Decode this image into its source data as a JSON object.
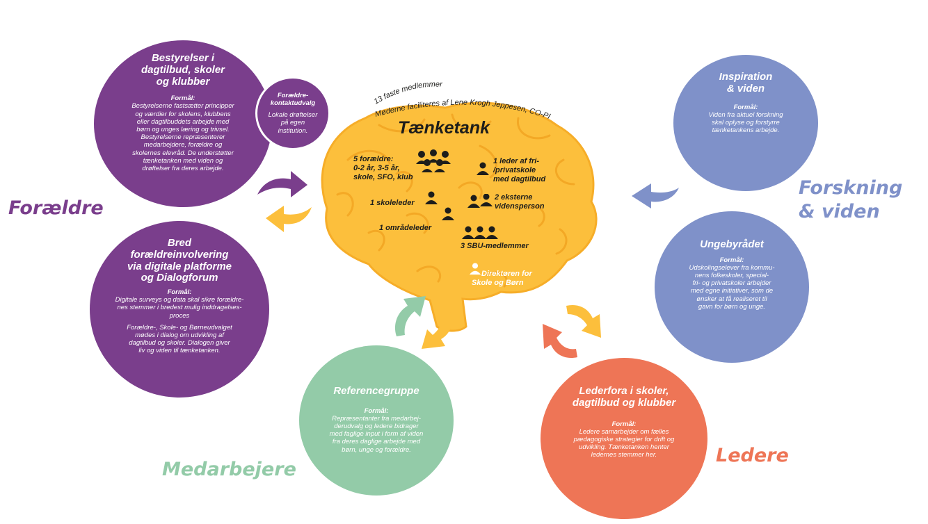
{
  "groups": {
    "foraeldre": "Forældre",
    "forskning_line1": "Forskning",
    "forskning_line2": "& viden",
    "medarbejere": "Medarbejere",
    "ledere": "Ledere"
  },
  "bestyrelser": {
    "title_line1": "Bestyrelser i",
    "title_line2": "dagtilbud, skoler",
    "title_line3": "og klubber",
    "formaal_label": "Formål:",
    "lines": [
      "Bestyrelserne fastsætter principper",
      "og værdier for skolens, klubbens",
      "eller dagtilbuddets arbejde med",
      "børn og unges læring og trivsel.",
      "Bestyrelserne repræsenterer",
      "medarbejdere, forældre og",
      "skolernes elevråd. De understøtter",
      "tænketanken med viden og",
      "drøftelser fra deres arbejde."
    ]
  },
  "kontaktudvalg": {
    "title_line1": "Forældre-",
    "title_line2": "kontaktudvalg",
    "lines": [
      "Lokale drøftelser",
      "på egen",
      "institution."
    ]
  },
  "bred": {
    "title_line1": "Bred",
    "title_line2": "forældreinvolvering",
    "title_line3": "via digitale platforme",
    "title_line4": "og Dialogforum",
    "formaal_label": "Formål:",
    "lines1": [
      "Digitale surveys og data skal sikre forældre-",
      "nes stemmer i  bredest mulig inddragelses-",
      "proces"
    ],
    "lines2": [
      "Forældre-, Skole- og Børneudvalget",
      "mødes i dialog om udvikling af",
      "dagtilbud og skoler. Dialogen giver",
      "liv og viden til tænketanken."
    ]
  },
  "inspiration": {
    "title_line1": "Inspiration",
    "title_line2": "& viden",
    "formaal_label": "Formål:",
    "lines": [
      "Viden fra aktuel forskning",
      "skal oplyse og forstyrre",
      "tænketankens arbejde."
    ]
  },
  "ungeby": {
    "title": "Ungebyrådet",
    "formaal_label": "Formål:",
    "lines": [
      "Udskolingselever fra kommu-",
      "nens folkeskoler, special-",
      "fri- og privatskoler arbejder",
      "med egne initiativer, som de",
      "ønsker at få realiseret til",
      "gavn for børn og unge."
    ]
  },
  "reference": {
    "title": "Referencegruppe",
    "formaal_label": "Formål:",
    "lines": [
      "Repræsentanter fra medarbej-",
      "derudvalg og ledere bidrager",
      "med faglige input i form af viden",
      "fra deres daglige arbejde med",
      "børn, unge og forældre."
    ]
  },
  "lederfora": {
    "title_line1": "Lederfora i skoler,",
    "title_line2": "dagtilbud og klubber",
    "formaal_label": "Formål:",
    "lines": [
      "Ledere samarbejder om fælles",
      "pædagogiske strategier for drift og",
      "udvikling. Tænketanken henter",
      "ledernes stemmer her."
    ]
  },
  "brain": {
    "arc_line1": "13 faste medlemmer",
    "arc_line2": "Møderne faciliteres af Lene Krogh Jeppesen, CO-PI",
    "title": "Tænketank",
    "m_foraeldre": [
      "5 forældre:",
      "0-2 år, 3-5 år,",
      "skole, SFO, klub"
    ],
    "m_friskole": [
      "1 leder af fri-",
      "/privatskole",
      "med dagtilbud"
    ],
    "m_skoleleder": "1 skoleleder",
    "m_eksterne": [
      "2 eksterne",
      "vidensperson"
    ],
    "m_omraade": "1 områdeleder",
    "m_sbu": "3 SBU-medlemmer",
    "m_direktoer": [
      "Direktøren for",
      "Skole og Børn"
    ]
  },
  "colors": {
    "purple": "#7a3e8c",
    "blue": "#7f91c9",
    "green": "#93cba8",
    "orange": "#ee7556",
    "yellow": "#fcbf3c"
  }
}
